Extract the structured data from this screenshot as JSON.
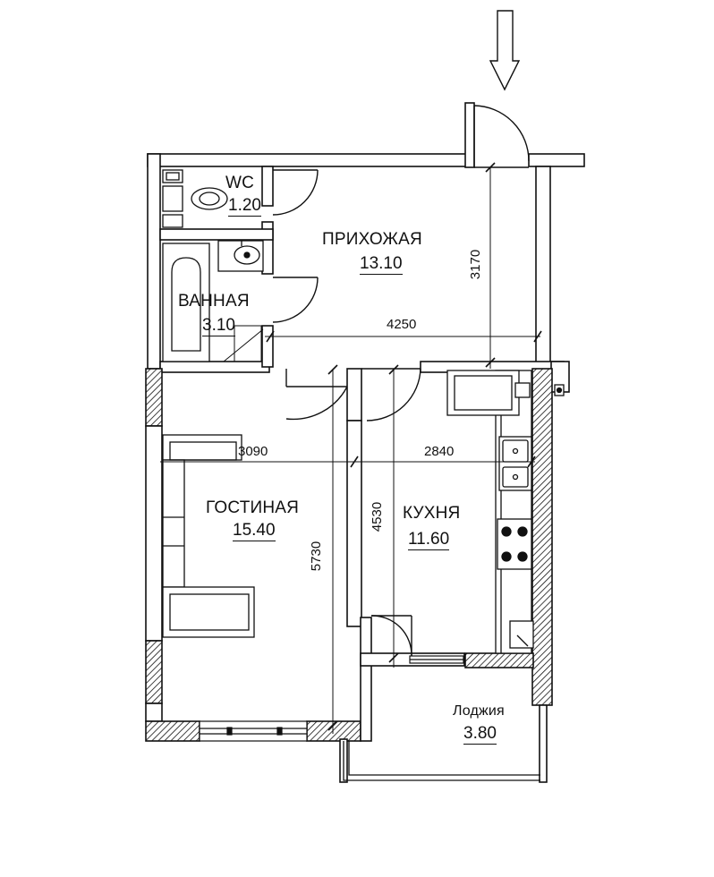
{
  "rooms": {
    "wc": {
      "name": "WC",
      "area": "1.20"
    },
    "hall": {
      "name": "ПРИХОЖАЯ",
      "area": "13.10"
    },
    "bath": {
      "name": "ВАННАЯ",
      "area": "3.10"
    },
    "living": {
      "name": "ГОСТИНАЯ",
      "area": "15.40"
    },
    "kitchen": {
      "name": "КУХНЯ",
      "area": "11.60"
    },
    "loggia": {
      "name": "Лоджия",
      "area": "3.80"
    }
  },
  "dimensions": {
    "hall_depth": "3170",
    "hall_width": "4250",
    "living_width": "3090",
    "kitchen_width": "2840",
    "kitchen_depth": "4530",
    "living_depth": "5730"
  },
  "icons": {
    "entrance": "entrance-arrow-icon",
    "wall_hatch": "hatched-wall"
  },
  "colors": {
    "line": "#111111",
    "background": "#ffffff",
    "fixture_fill": "#ffffff"
  }
}
